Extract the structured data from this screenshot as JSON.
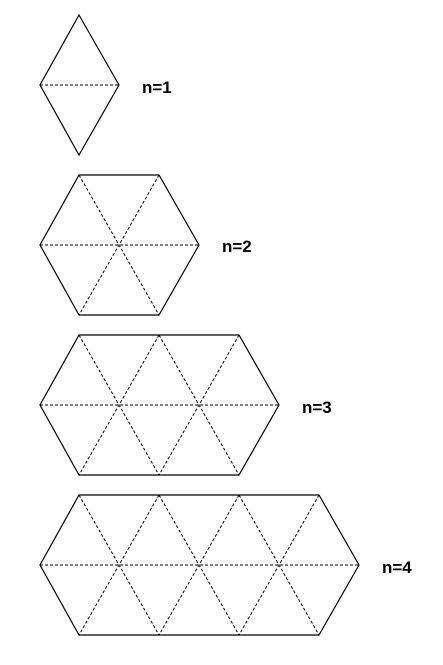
{
  "figures": [
    {
      "label": "n=1"
    },
    {
      "label": "n=2"
    },
    {
      "label": "n=3"
    },
    {
      "label": "n=4"
    }
  ],
  "colors": {
    "background": "#ffffff",
    "stroke": "#000000"
  }
}
